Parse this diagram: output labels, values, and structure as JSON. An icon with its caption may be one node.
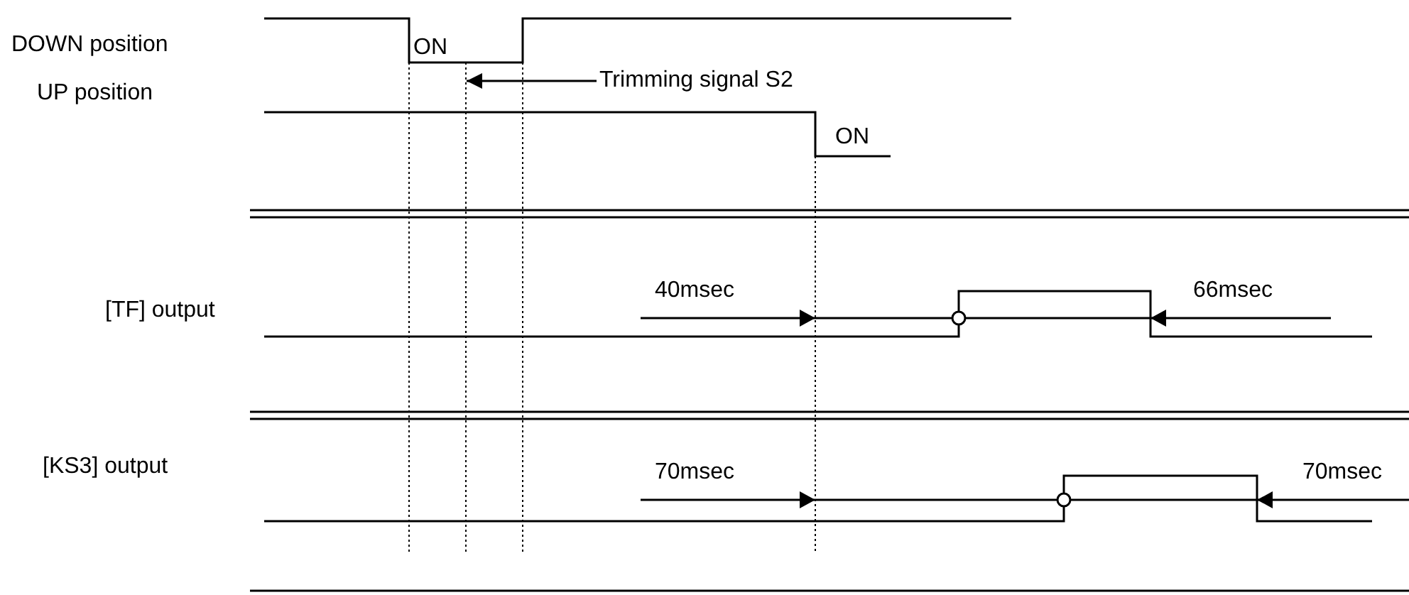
{
  "diagram": {
    "nodes": [
      {
        "text": [
          "Trimming signal S2"
        ]
      },
      {
        "text": [],
        "shape": "line"
      }
    ],
    "edges": [
      {
        "from": 0,
        "to": 1,
        "arrow": "to"
      }
    ],
    "labels": [
      "DOWN position",
      "ON",
      "UP position",
      "ON",
      "[TF] output",
      "40msec",
      "66msec",
      "[KS3] output",
      "70msec",
      "70msec"
    ]
  }
}
